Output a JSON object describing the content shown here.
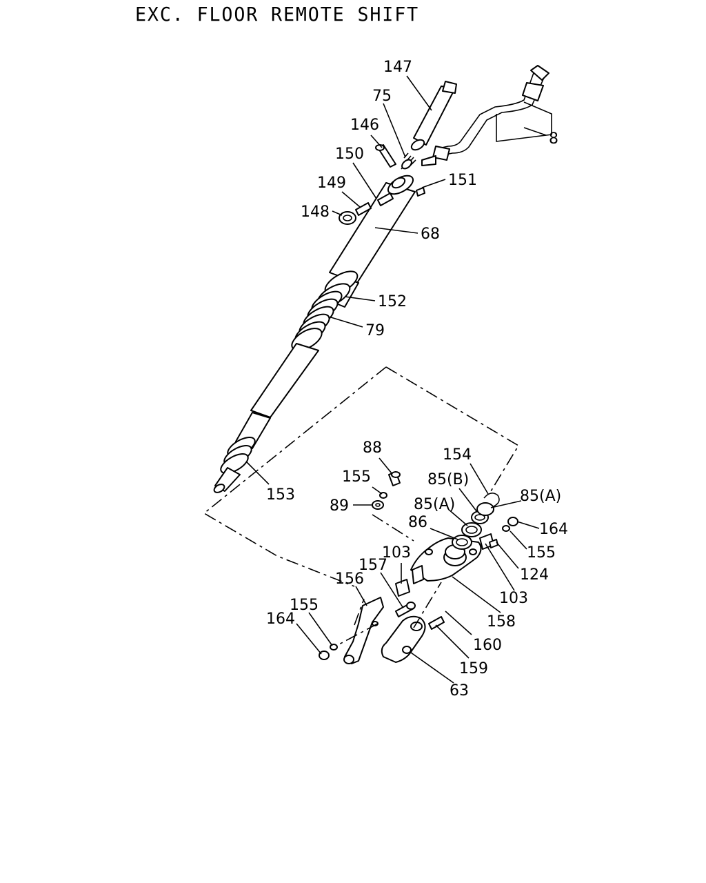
{
  "title": "EXC. FLOOR REMOTE SHIFT",
  "callouts": {
    "c147": "147",
    "c75": "75",
    "c146": "146",
    "c150": "150",
    "c149": "149",
    "c148": "148",
    "c151": "151",
    "c8": "8",
    "c68": "68",
    "c152": "152",
    "c79": "79",
    "c153": "153",
    "c88": "88",
    "c155a": "155",
    "c89": "89",
    "c154": "154",
    "c85b": "85(B)",
    "c85a1": "85(A)",
    "c85a2": "85(A)",
    "c86": "86",
    "c164a": "164",
    "c155b": "155",
    "c124": "124",
    "c103a": "103",
    "c103b": "103",
    "c157": "157",
    "c156": "156",
    "c158": "158",
    "c155c": "155",
    "c164b": "164",
    "c160": "160",
    "c159": "159",
    "c63": "63"
  }
}
